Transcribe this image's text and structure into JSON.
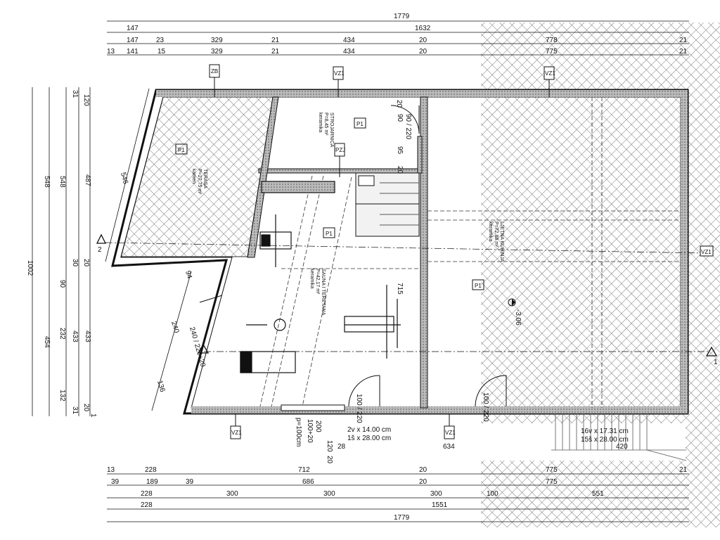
{
  "top_dims": {
    "row1": [
      "1779"
    ],
    "row2": [
      "147",
      "1632"
    ],
    "row3": [
      "147",
      "23",
      "329",
      "21",
      "434",
      "20",
      "778",
      "21"
    ],
    "row4": [
      "13",
      "141",
      "15",
      "329",
      "21",
      "434",
      "20",
      "775",
      "21"
    ]
  },
  "bottom_dims": {
    "row1": [
      "13",
      "228",
      "712",
      "20",
      "775",
      "21"
    ],
    "row2": [
      "39",
      "189",
      "39",
      "686",
      "20",
      "775"
    ],
    "row3": [
      "228",
      "300",
      "300",
      "300",
      "100",
      "551"
    ],
    "row4": [
      "228",
      "1551"
    ],
    "row5": [
      "1779"
    ]
  },
  "left_dims": {
    "row1": [
      "1002"
    ],
    "row2": [
      "548",
      "454"
    ],
    "row3": [
      "548",
      "90",
      "232",
      "132"
    ],
    "row4": [
      "487",
      "433"
    ],
    "row5": [
      "120",
      "31",
      "30",
      "20",
      "31",
      "20",
      "1"
    ]
  },
  "walls": {
    "diag_outer": "546",
    "diag_seg1": "94",
    "diag_seg2": "240",
    "diag_seg3": "136",
    "diag_door": "240 / 220+20"
  },
  "rooms": {
    "storage": {
      "name": "STROJARNICA",
      "area": "P=8,45 m²",
      "finish": "keramika",
      "code": "P1"
    },
    "sauna": {
      "name": "SAUNA I TERETANA",
      "area": "P=42,17 m²",
      "finish": "keramika",
      "code": "P1"
    },
    "kitchen": {
      "name": "LJETNA KUHINJA",
      "area": "P=72,88 m²",
      "finish": "keramika",
      "code": "P1"
    },
    "terrace": {
      "name": "TERASA",
      "area": "P=27,75 m²",
      "finish": "kamen",
      "code": "P1"
    }
  },
  "interior_dims": {
    "d1": "20",
    "d2": "90",
    "d3": "90 / 220",
    "d4": "95",
    "d5": "20",
    "d6": "715",
    "d7": "100 / 220",
    "d8": "100 / 220",
    "d9": "200",
    "d10": "100+20",
    "d11": "p=100cm",
    "d12": "120",
    "d13": "28",
    "d14": "634",
    "d15": "420",
    "d16": "20"
  },
  "stairs": {
    "left_line1": "2v x 14.00 cm",
    "left_line2": "1š x 28.00 cm",
    "right_line1": "16v x 17.31 cm",
    "right_line2": "15š x 28.00 cm"
  },
  "level": "-3.06",
  "tags": {
    "zb": "ZB",
    "vz1_top": "VZ1",
    "vz1_top2": "VZ1",
    "pzj": "PZJ",
    "vz1_bl": "VZ1",
    "vz1_bm": "VZ1",
    "vz1_right": "VZ1"
  },
  "section_marks": {
    "s1": "1",
    "s2": "2"
  }
}
